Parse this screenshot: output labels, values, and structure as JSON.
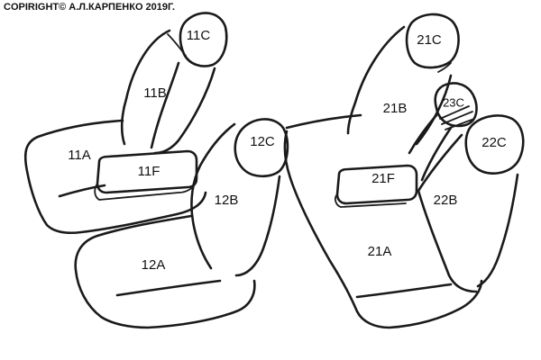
{
  "copyright": "COPIRIGHT© А.Л.КАРПЕНКО 2019Г.",
  "labels": {
    "l11C": "11C",
    "l11B": "11B",
    "l11A": "11A",
    "l11F": "11F",
    "l12C": "12C",
    "l12B": "12B",
    "l12A": "12A",
    "l21C": "21C",
    "l21B": "21B",
    "l23C": "23C",
    "l22C": "22C",
    "l21F": "21F",
    "l22B": "22B",
    "l21A": "21A"
  }
}
